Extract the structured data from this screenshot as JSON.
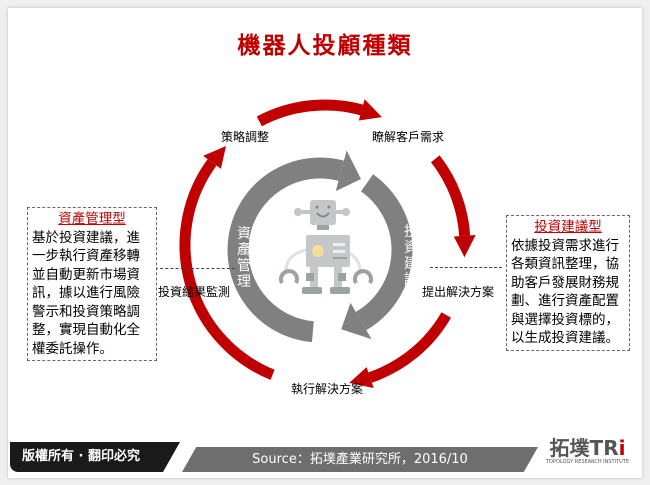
{
  "title": "機器人投顧種類",
  "watermark": {
    "logo_text": "拓墣TRi",
    "sub_text": "TOPOLOGY RESEARCH INSTITUTE"
  },
  "cycle_steps": {
    "top_left": "策略調整",
    "top_right": "瞭解客戶需求",
    "right": "提出解決方案",
    "bottom": "執行解決方案",
    "left": "投資結果監測"
  },
  "ring_labels": {
    "left": "資產管理",
    "right": "投資建議"
  },
  "boxes": {
    "left": {
      "title": "資產管理型",
      "body": "基於投資建議，進一步執行資產移轉並自動更新市場資訊，據以進行風險警示和投資策略調整，實現自動化全權委託操作。"
    },
    "right": {
      "title": "投資建議型",
      "body": "依據投資需求進行各類資訊整理，協助客戶發展財務規劃、進行資產配置與選擇投資標的，以生成投資建議。"
    }
  },
  "footer": {
    "copyright": "版權所有 · 翻印必究",
    "source": "Source：拓墣產業研究所，2016/10",
    "logo_text": "拓墣TRi",
    "logo_sub": "TOPOLOGY RESEARCH INSTITUTE"
  },
  "colors": {
    "accent_red": "#c00000",
    "ring_gray": "#808080",
    "robot_gray": "#b9bcbc"
  },
  "icons": {
    "center": "robot-icon"
  }
}
